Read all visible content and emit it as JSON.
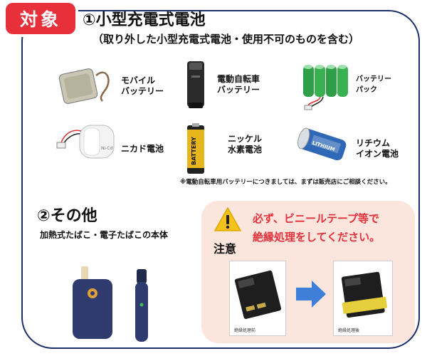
{
  "badge": "対象",
  "section1": {
    "title": "①小型充電式電池",
    "subtitle": "（取り外した小型充電式電池・使用不可のものを含む）",
    "items": [
      {
        "label": "モバイル\nバッテリー",
        "icon": "mobile-battery-icon"
      },
      {
        "label": "電動自転車\nバッテリー",
        "icon": "ebike-battery-icon"
      },
      {
        "label": "バッテリー\nパック",
        "icon": "battery-pack-icon"
      },
      {
        "label": "ニカド電池",
        "icon": "nicd-battery-icon"
      },
      {
        "label": "ニッケル\n水素電池",
        "icon": "nimh-battery-icon"
      },
      {
        "label": "リチウム\nイオン電池",
        "icon": "lithium-ion-battery-icon"
      }
    ],
    "note": "※電動自転車用バッテリーにつきましては、まずは販売店にご相談ください。"
  },
  "section2": {
    "title": "②その他",
    "subtitle": "加熱式たばこ・電子たばこの本体"
  },
  "caution": {
    "label": "注意",
    "message": "必ず、ビニールテープ等で\n絶縁処理をしてください。",
    "before_caption": "絶縁処理前",
    "after_caption": "絶縁処理後"
  },
  "battery_printed_text": {
    "nicd": "Ni-Cd",
    "nimh": "BATTERY",
    "lithium": "LITHIUM"
  },
  "colors": {
    "badge": "#e8303b",
    "frame": "#1b2f6b",
    "caution_bg": "#fbe5dd",
    "caution_text": "#e8303b",
    "arrow": "#3f7fd9"
  }
}
